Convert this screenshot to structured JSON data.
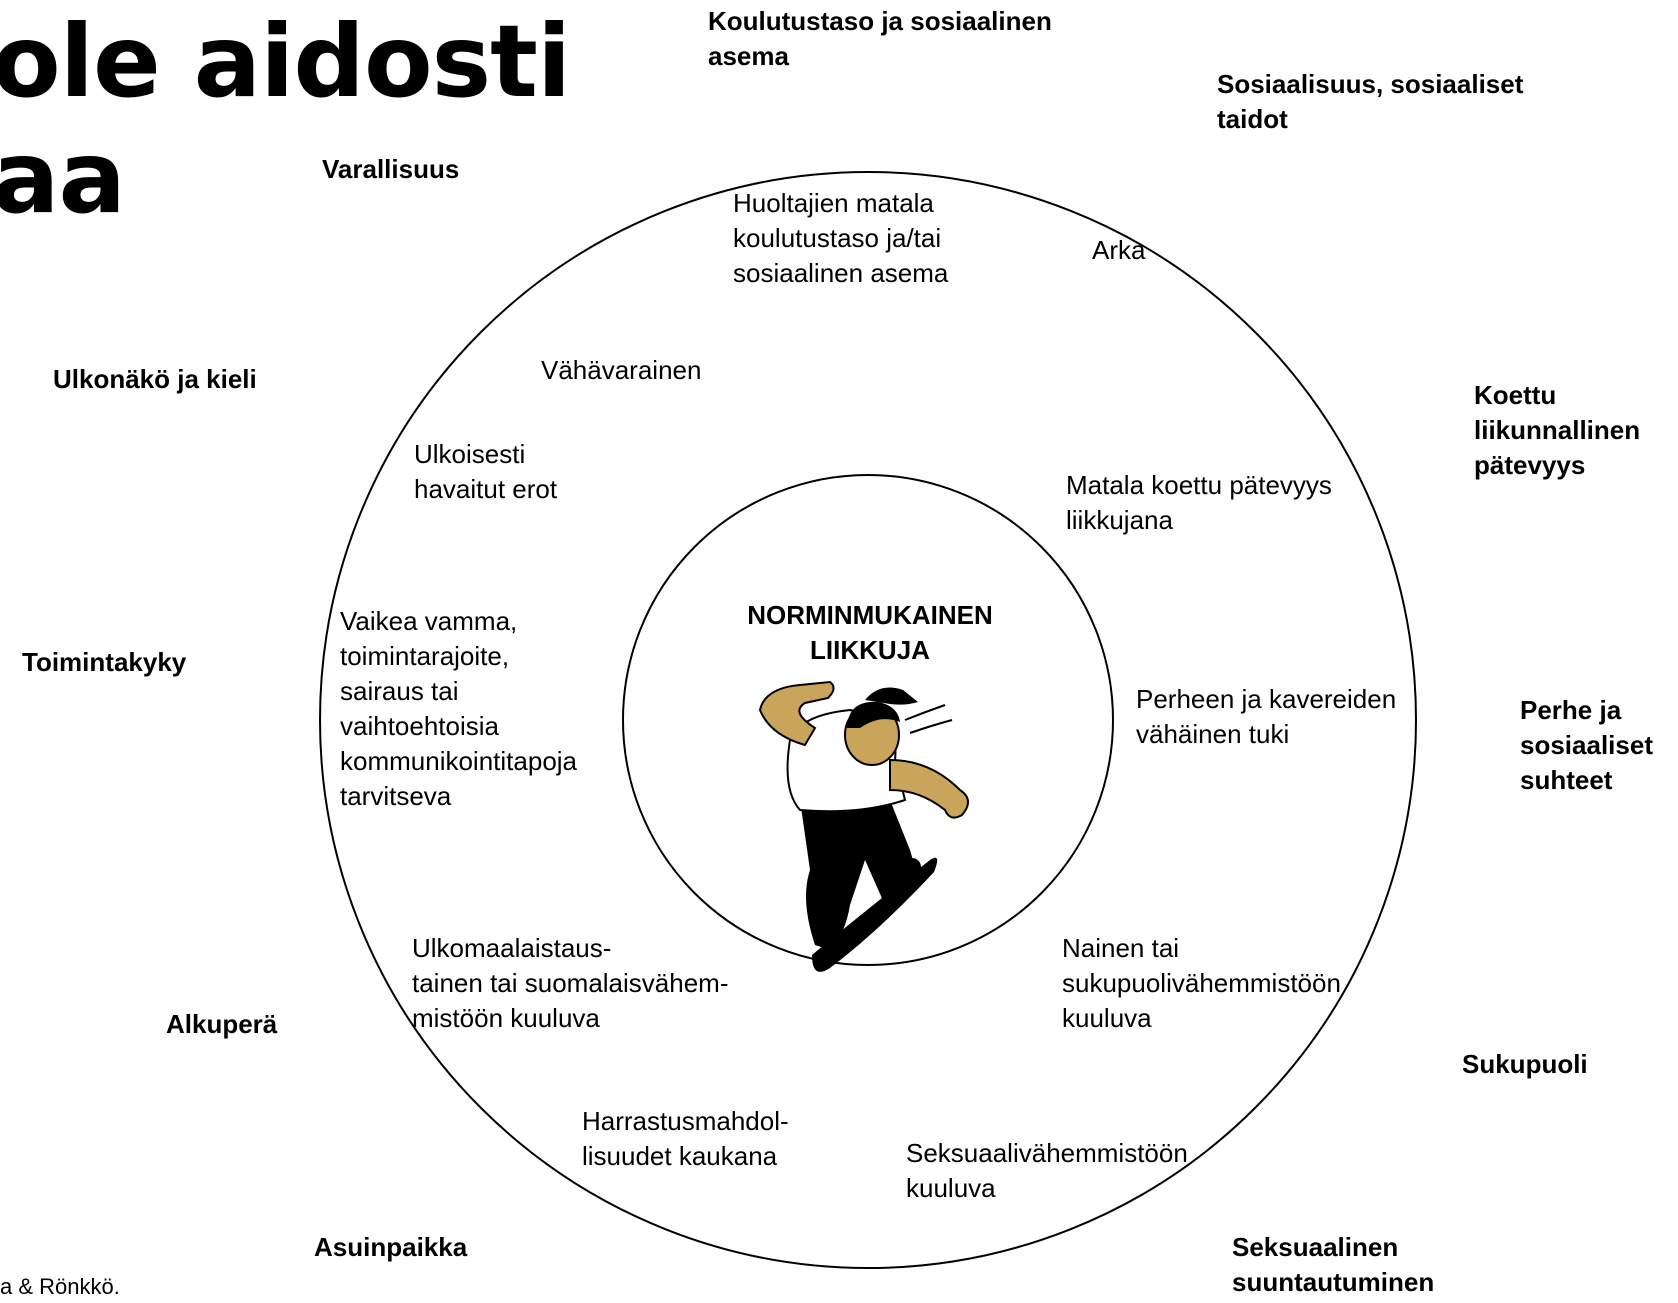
{
  "title": {
    "line1": "ole aidosti",
    "line2": "aa"
  },
  "source_fragment": "a & Rönkkö.",
  "center": {
    "label": "NORMINMUKAINEN\nLIIKKUJA",
    "illustration": "skateboarder-illustration"
  },
  "dimensions": [
    {
      "id": "education",
      "outer": "Koulutustaso ja sosiaalinen\nasema",
      "inner": "Huoltajien matala\nkoulutustaso ja/tai\nsosiaalinen asema"
    },
    {
      "id": "sociality",
      "outer": "Sosiaalisuus, sosiaaliset\ntaidot",
      "inner": "Arka"
    },
    {
      "id": "competence",
      "outer": "Koettu\nliikunnallinen\npätevyys",
      "inner": "Matala koettu pätevyys\nliikkujana"
    },
    {
      "id": "family",
      "outer": "Perhe ja\nsosiaaliset\nsuhteet",
      "inner": "Perheen ja kavereiden\nvähäinen tuki"
    },
    {
      "id": "gender",
      "outer": "Sukupuoli",
      "inner": "Nainen tai\nsukupuolivähemmistöön\nkuuluva"
    },
    {
      "id": "sexual",
      "outer": "Seksuaalinen\nsuuntautuminen",
      "inner": "Seksuaalivähemmistöön\nkuuluva"
    },
    {
      "id": "residence",
      "outer": "Asuinpaikka",
      "inner": "Harrastusmahdol-\nlisuudet kaukana"
    },
    {
      "id": "origin",
      "outer": "Alkuperä",
      "inner": "Ulkomaalaistaus-\ntainen tai suomalaisvähem-\nmistöön kuuluva"
    },
    {
      "id": "ability",
      "outer": "Toimintakyky",
      "inner": "Vaikea vamma,\ntoimintarajoite,\nsairaus tai\nvaihtoehtoisia\nkommunikointitapoja\ntarvitseva"
    },
    {
      "id": "appearance",
      "outer": "Ulkonäkö ja kieli",
      "inner": "Ulkoisesti\nhavaitut erot"
    },
    {
      "id": "wealth",
      "outer": "Varallisuus",
      "inner": "Vähävarainen"
    }
  ],
  "colors": {
    "line": "#000000",
    "skin": "#c9a55b",
    "pants": "#000000",
    "shirt": "#ffffff"
  }
}
